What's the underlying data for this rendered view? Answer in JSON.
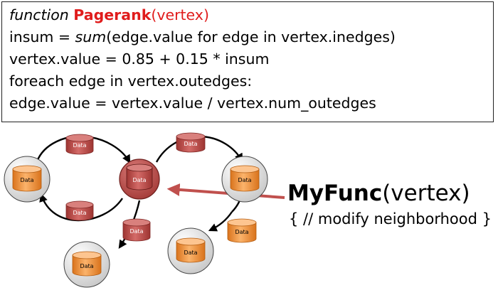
{
  "code": {
    "keyword": "function",
    "fn_name": "Pagerank",
    "open_paren": "(",
    "fn_arg": "vertex",
    "close_paren": ")",
    "line2_prefix": "insum = ",
    "line2_italic": "sum",
    "line2_rest": "(edge.value for edge in vertex.inedges)",
    "line3": "vertex.value = 0.85 + 0.15 * insum",
    "line4": "foreach edge in vertex.outedges:",
    "line5": "edge.value = vertex.value / vertex.num_outedges"
  },
  "diagram": {
    "data_label": "Data",
    "colors": {
      "edge_cylinder": "#c0504d",
      "vertex_cylinder": "#f79646",
      "vertex_circle": "#e6e6e6",
      "center_vertex": "#c0504d",
      "arrow_pointer": "#c0504d"
    }
  },
  "callout": {
    "title_bold": "MyFunc",
    "title_rest": "(vertex)",
    "subtitle": "{ // modify neighborhood }"
  }
}
